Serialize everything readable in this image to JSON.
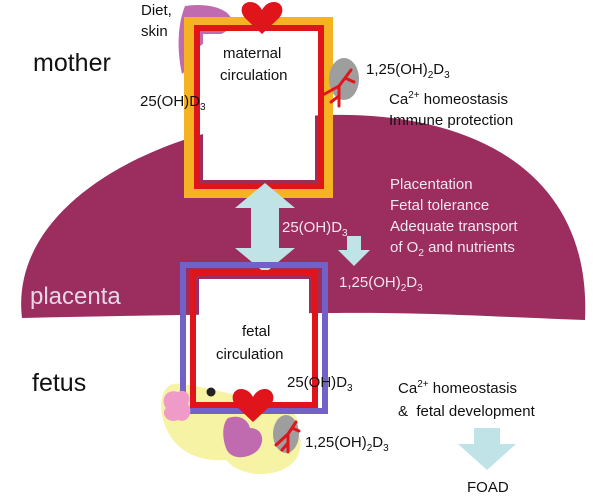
{
  "labels": {
    "diet": "Diet,",
    "skin": "skin",
    "mother": "mother",
    "maternal_1": "maternal",
    "maternal_2": "circulation",
    "active_top": "1,25(OH)",
    "d25_top": "25(OH)",
    "ca_mother": "Ca",
    "ca_mother_rest": " homeostasis",
    "immune": "Immune protection",
    "placentation": "Placentation",
    "fetal_tolerance": "Fetal tolerance",
    "adequate": "Adequate transport",
    "o2_of": "of O",
    "o2_rest": " and nutrients",
    "d25_mid": "25(OH)",
    "active_mid": "1,25(OH)",
    "placenta": "placenta",
    "fetal_1": "fetal",
    "fetal_2": "circulation",
    "fetus": "fetus",
    "d25_fetus": "25(OH)",
    "ca_fetus": "Ca",
    "ca_fetus_rest": " homeostasis",
    "fetal_dev": "&  fetal development",
    "active_fetus": "1,25(OH)",
    "foad": "FOAD",
    "sub_2": "2",
    "sub_3": "3",
    "sup_2plus": "2+",
    "d_letter": "D"
  },
  "colors": {
    "placenta": "#9b2d5f",
    "maternal_outer": "#f5b324",
    "maternal_inner": "#e0151b",
    "fetal_outer": "#7261c7",
    "fetal_inner": "#e0151b",
    "arrow": "#bfe3e6",
    "liver": "#c06bb0",
    "kidney": "#9e9e9e",
    "heart": "#e0151b",
    "fetus_body": "#f6f3a4",
    "placenta_text": "#e6d7e7",
    "text": "#111111"
  }
}
